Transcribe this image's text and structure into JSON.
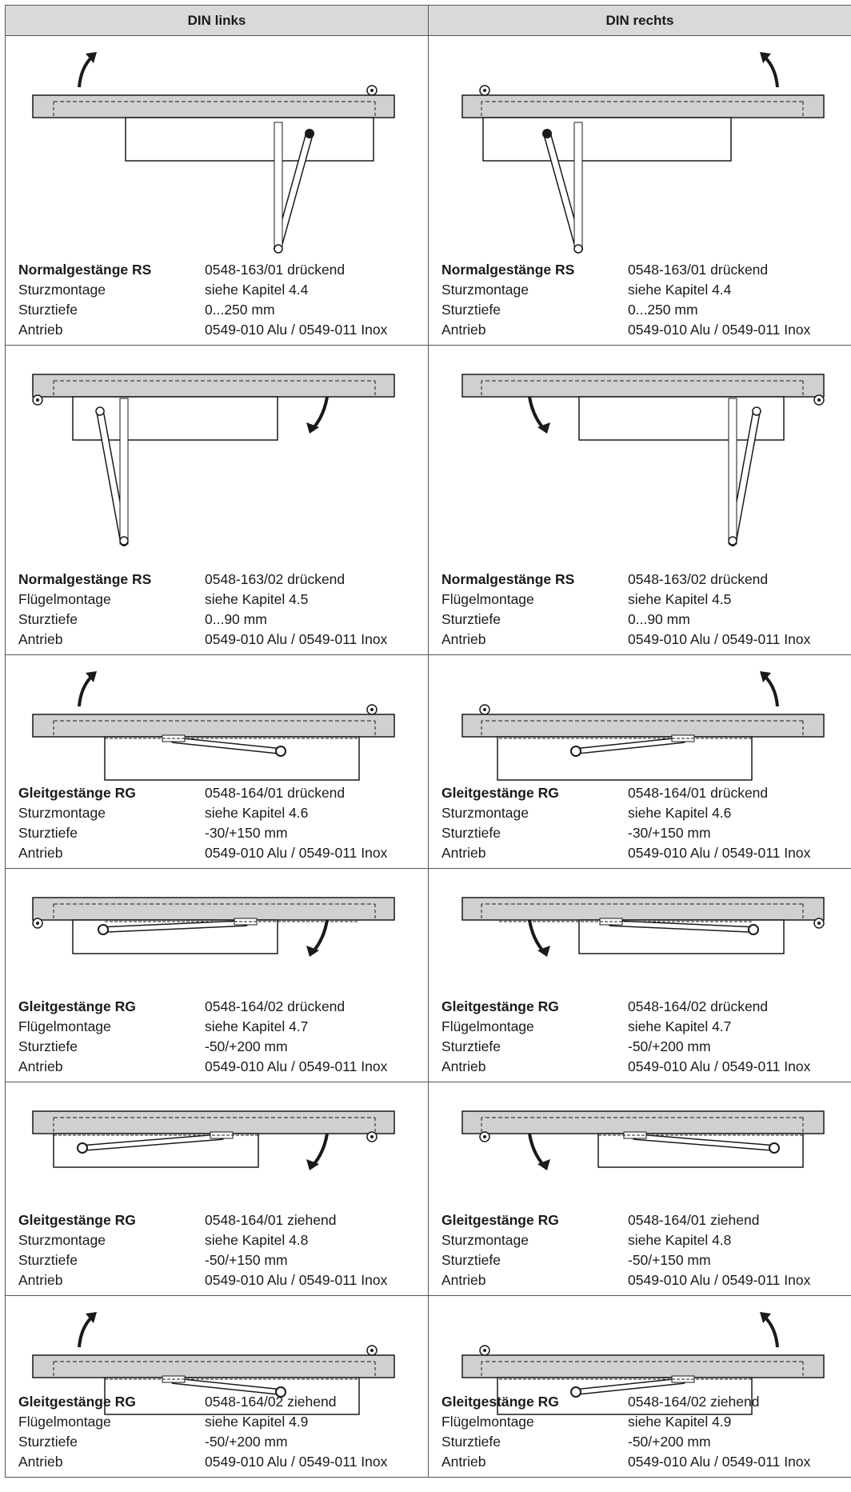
{
  "table": {
    "headers": [
      "DIN links",
      "DIN rechts"
    ],
    "rows": [
      {
        "type": "Normalgestänge RS",
        "article": "0548-163/01 drückend",
        "mount": "Sturzmontage",
        "chapter": "siehe Kapitel 4.4",
        "depth_label": "Sturztiefe",
        "depth": "0...250 mm",
        "drive_label": "Antrieb",
        "drive": "0549-010 Alu / 0549-011 Inox"
      },
      {
        "type": "Normalgestänge RS",
        "article": "0548-163/02 drückend",
        "mount": "Flügelmontage",
        "chapter": "siehe Kapitel 4.5",
        "depth_label": "Sturztiefe",
        "depth": "0...90 mm",
        "drive_label": "Antrieb",
        "drive": "0549-010 Alu / 0549-011 Inox"
      },
      {
        "type": "Gleitgestänge RG",
        "article": "0548-164/01 drückend",
        "mount": "Sturzmontage",
        "chapter": "siehe Kapitel 4.6",
        "depth_label": "Sturztiefe",
        "depth": "-30/+150 mm",
        "drive_label": "Antrieb",
        "drive": "0549-010 Alu / 0549-011 Inox"
      },
      {
        "type": "Gleitgestänge RG",
        "article": "0548-164/02 drückend",
        "mount": "Flügelmontage",
        "chapter": "siehe Kapitel 4.7",
        "depth_label": "Sturztiefe",
        "depth": "-50/+200 mm",
        "drive_label": "Antrieb",
        "drive": "0549-010 Alu / 0549-011 Inox"
      },
      {
        "type": "Gleitgestänge RG",
        "article": "0548-164/01 ziehend",
        "mount": "Sturzmontage",
        "chapter": "siehe Kapitel 4.8",
        "depth_label": "Sturztiefe",
        "depth": "-50/+150 mm",
        "drive_label": "Antrieb",
        "drive": "0549-010 Alu / 0549-011 Inox"
      },
      {
        "type": "Gleitgestänge RG",
        "article": "0548-164/02 ziehend",
        "mount": "Flügelmontage",
        "chapter": "siehe Kapitel 4.9",
        "depth_label": "Sturztiefe",
        "depth": "-50/+200 mm",
        "drive_label": "Antrieb",
        "drive": "0549-010 Alu / 0549-011 Inox"
      }
    ]
  },
  "colors": {
    "header_bg": "#d9d9d9",
    "frame_fill": "#d0d0d0",
    "line": "#1a1a1a"
  }
}
